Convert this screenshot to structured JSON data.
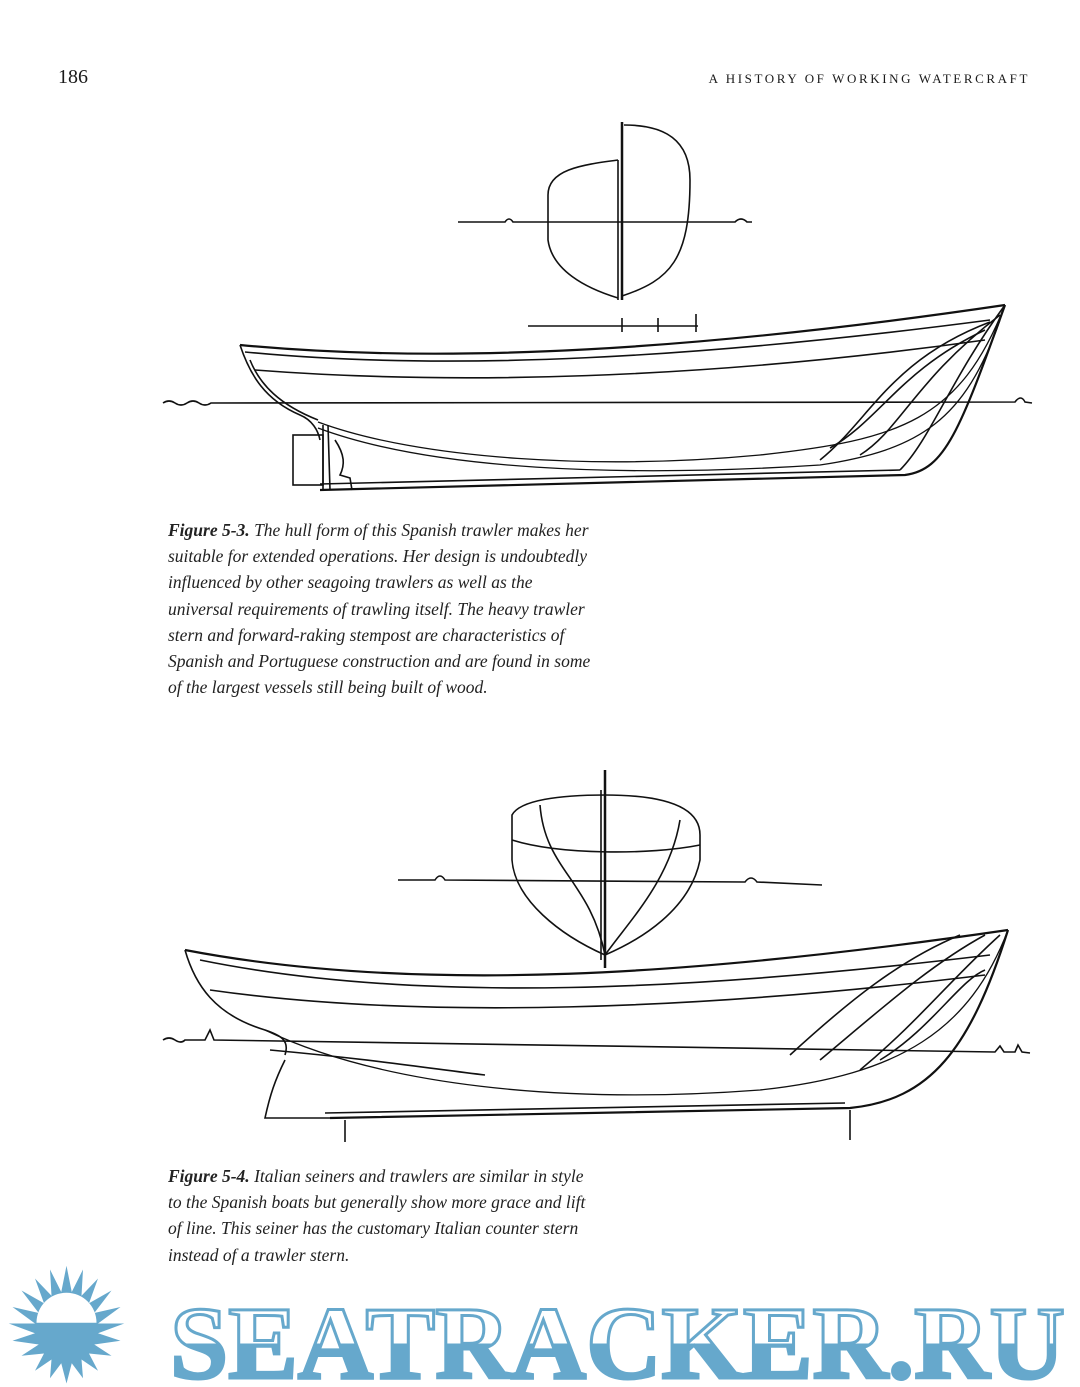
{
  "header": {
    "page_number": "186",
    "running_head": "A HISTORY OF WORKING WATERCRAFT"
  },
  "figures": [
    {
      "label": "Figure 5-3.",
      "caption": " The hull form of this Spanish trawler makes her suitable for extended operations. Her design is undoubtedly influenced by other seagoing trawlers as well as the universal requirements of trawling itself. The heavy trawler stern and forward-raking stempost are characteristics of Spanish and Portuguese construction and are found in some of the largest vessels still being built of wood."
    },
    {
      "label": "Figure 5-4.",
      "caption": " Italian seiners and trawlers are similar in style to the Spanish boats but generally show more grace and lift of line. This seiner has the customary Italian counter stern instead of a trawler stern."
    }
  ],
  "watermark": {
    "text": "SEATRACKER.RU",
    "color": "#66a8cc"
  }
}
